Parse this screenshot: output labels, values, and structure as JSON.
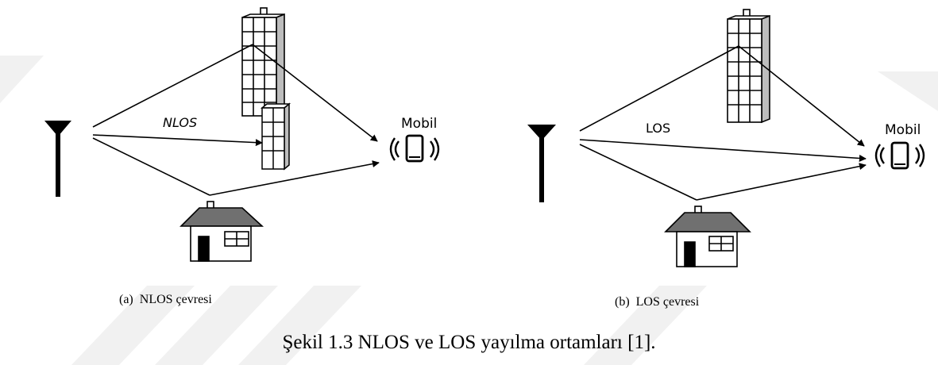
{
  "figure": {
    "caption": "Şekil 1.3 NLOS ve LOS yayılma ortamları [1]."
  },
  "panels": [
    {
      "id": "nlos",
      "path_label": "NLOS",
      "receiver_label": "Mobil",
      "subcaption": "(a)  NLOS çevresi"
    },
    {
      "id": "los",
      "path_label": "LOS",
      "receiver_label": "Mobil",
      "subcaption": "(b)  LOS çevresi"
    }
  ],
  "colors": {
    "line": "#000000",
    "roof": "#707070",
    "building_shade": "#bdbdbd",
    "watermark": "#eeeeee"
  }
}
